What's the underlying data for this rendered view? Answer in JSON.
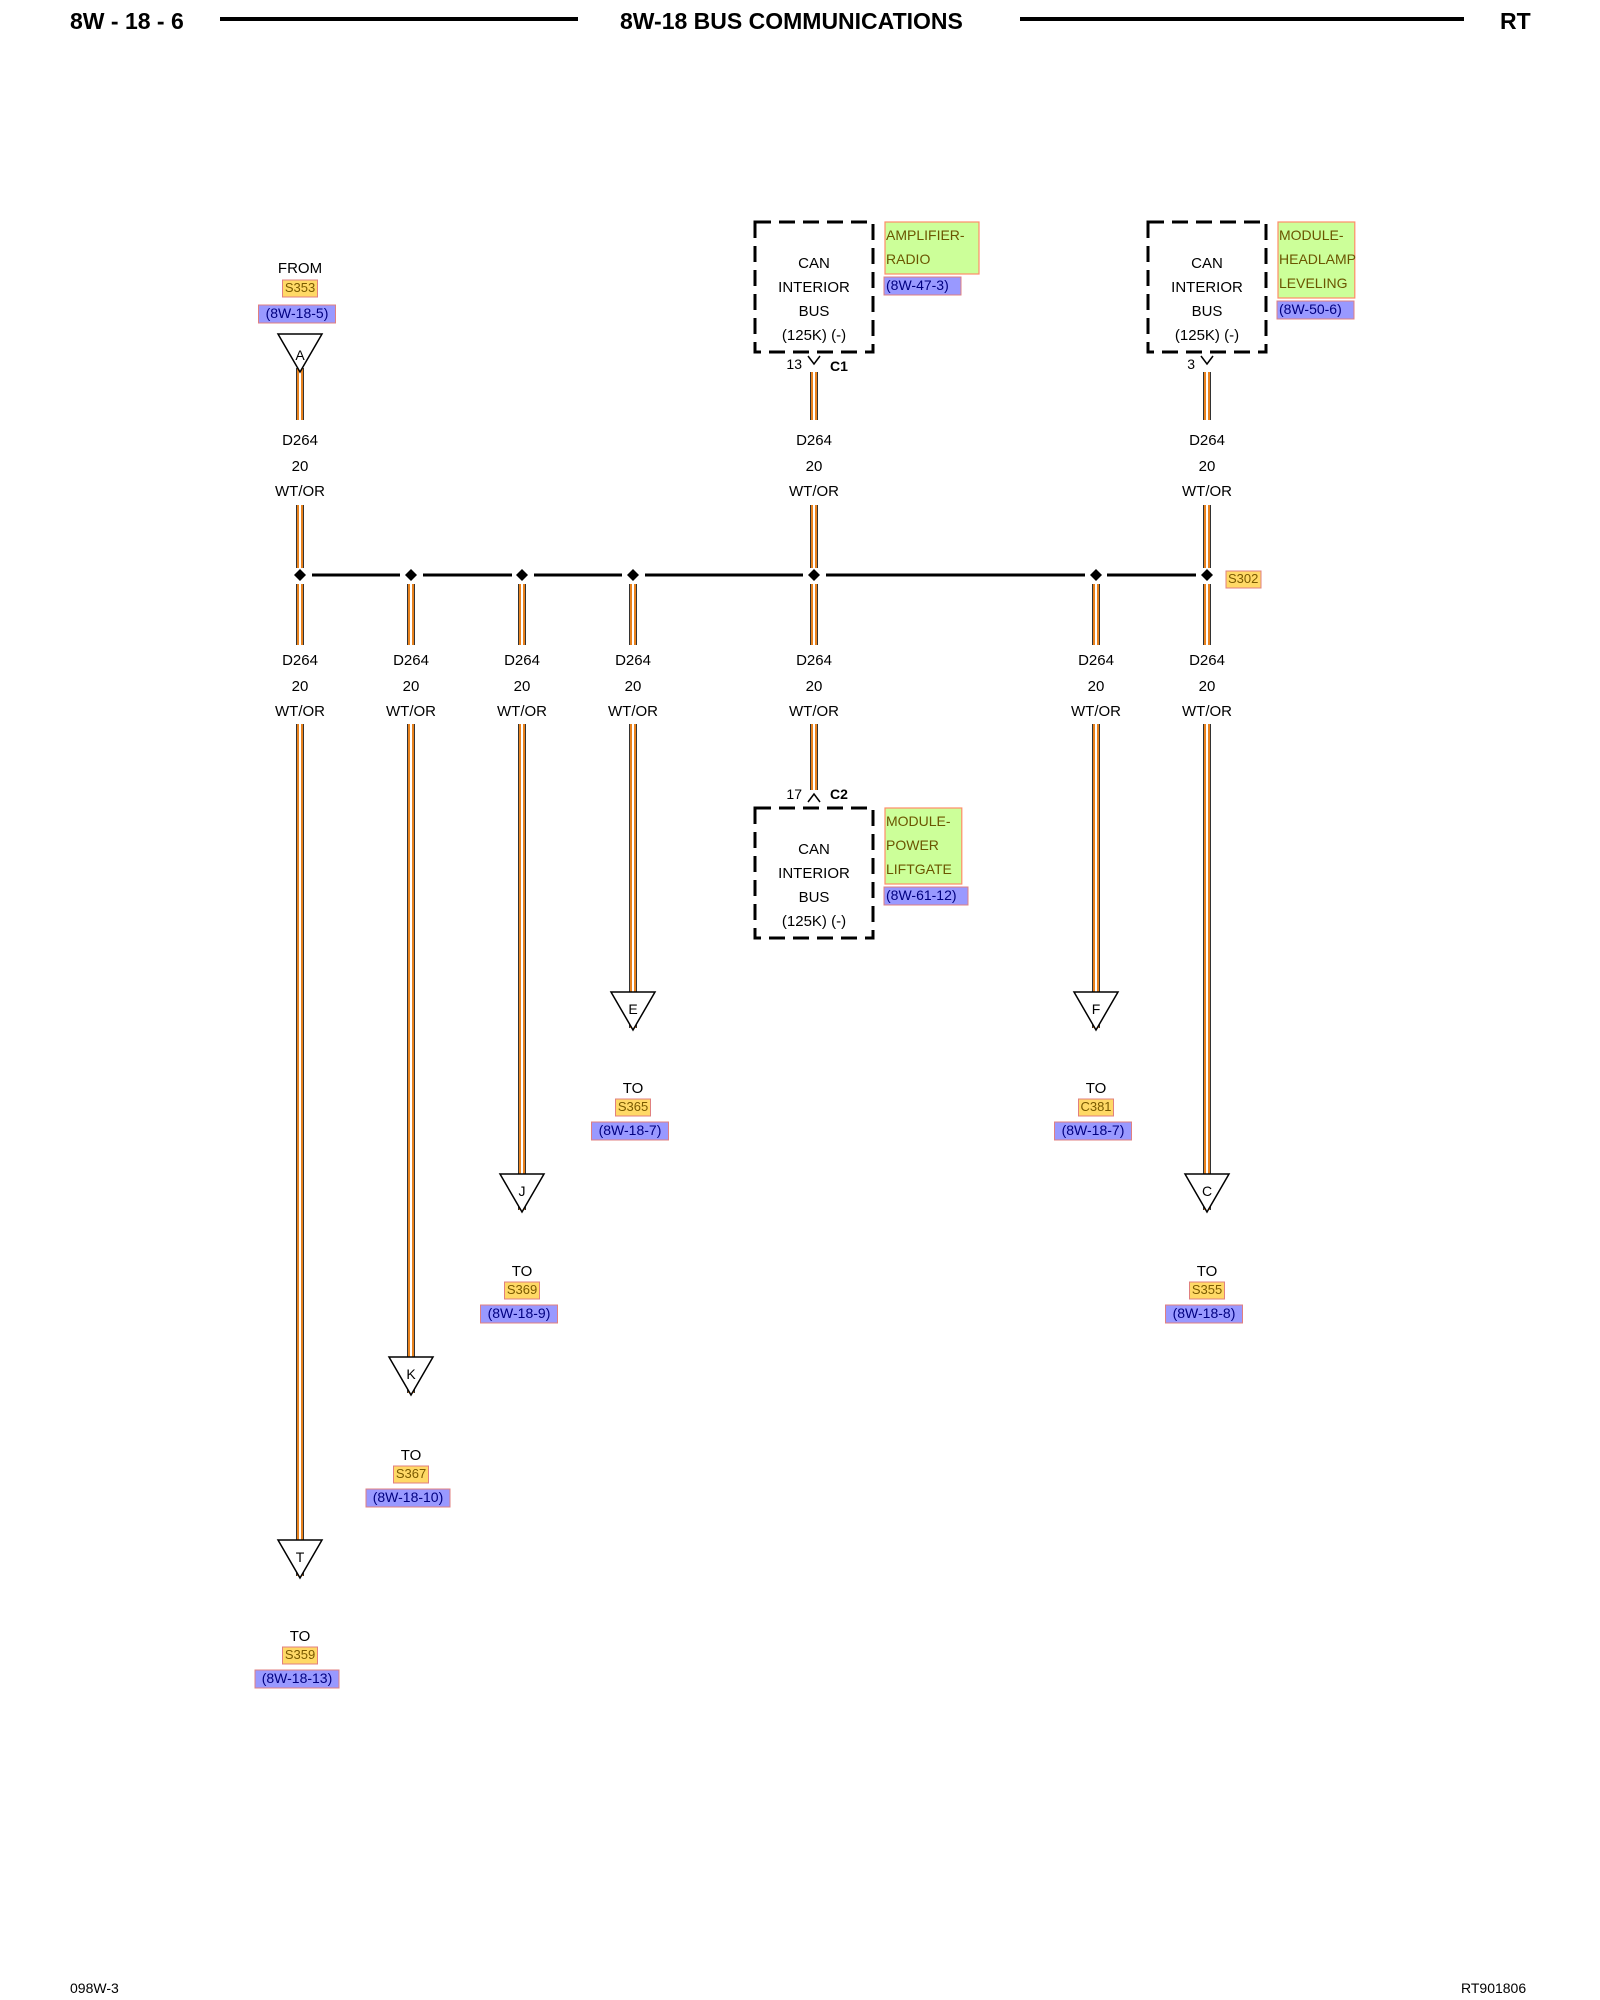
{
  "header": {
    "page_number": "8W - 18 - 6",
    "title": "8W-18 BUS COMMUNICATIONS",
    "model": "RT"
  },
  "footer": {
    "left": "098W-3",
    "right": "RT901806"
  },
  "colors": {
    "wire_outer": "#e8821e",
    "wire_inner": "#ffffff",
    "splice_label_bg": "#ffd966",
    "splice_label_text": "#7a5a00",
    "ref_label_bg": "#9999ff",
    "ref_label_text": "#000080",
    "module_label_bg": "#ccff99",
    "module_label_text": "#6b5500",
    "module_label_border": "#ff8c69"
  },
  "wire": {
    "circuit": "D264",
    "gauge": "20",
    "color": "WT/OR"
  },
  "splice": {
    "name": "S302"
  },
  "modules": [
    {
      "id": "amplifier-radio",
      "function_lines": [
        "CAN",
        "INTERIOR",
        "BUS",
        "(125K) (-)"
      ],
      "name_lines": [
        "AMPLIFIER-",
        "RADIO"
      ],
      "page_ref": "(8W-47-3)",
      "pin": "13",
      "connector": "C1"
    },
    {
      "id": "module-headlamp-leveling",
      "function_lines": [
        "CAN",
        "INTERIOR",
        "BUS",
        "(125K) (-)"
      ],
      "name_lines": [
        "MODULE-",
        "HEADLAMP",
        "LEVELING"
      ],
      "page_ref": "(8W-50-6)",
      "pin": "3",
      "connector": ""
    },
    {
      "id": "module-power-liftgate",
      "function_lines": [
        "CAN",
        "INTERIOR",
        "BUS",
        "(125K) (-)"
      ],
      "name_lines": [
        "MODULE-",
        "POWER",
        "LIFTGATE"
      ],
      "page_ref": "(8W-61-12)",
      "pin": "17",
      "connector": "C2"
    }
  ],
  "from_connector": {
    "label": "FROM",
    "splice": "S353",
    "page_ref": "(8W-18-5)",
    "letter": "A"
  },
  "to_connectors": [
    {
      "letter": "T",
      "label": "TO",
      "splice": "S359",
      "page_ref": "(8W-18-13)"
    },
    {
      "letter": "K",
      "label": "TO",
      "splice": "S367",
      "page_ref": "(8W-18-10)"
    },
    {
      "letter": "J",
      "label": "TO",
      "splice": "S369",
      "page_ref": "(8W-18-9)"
    },
    {
      "letter": "E",
      "label": "TO",
      "splice": "S365",
      "page_ref": "(8W-18-7)"
    },
    {
      "letter": "F",
      "label": "TO",
      "splice": "C381",
      "page_ref": "(8W-18-7)"
    },
    {
      "letter": "C",
      "label": "TO",
      "splice": "S355",
      "page_ref": "(8W-18-8)"
    }
  ]
}
